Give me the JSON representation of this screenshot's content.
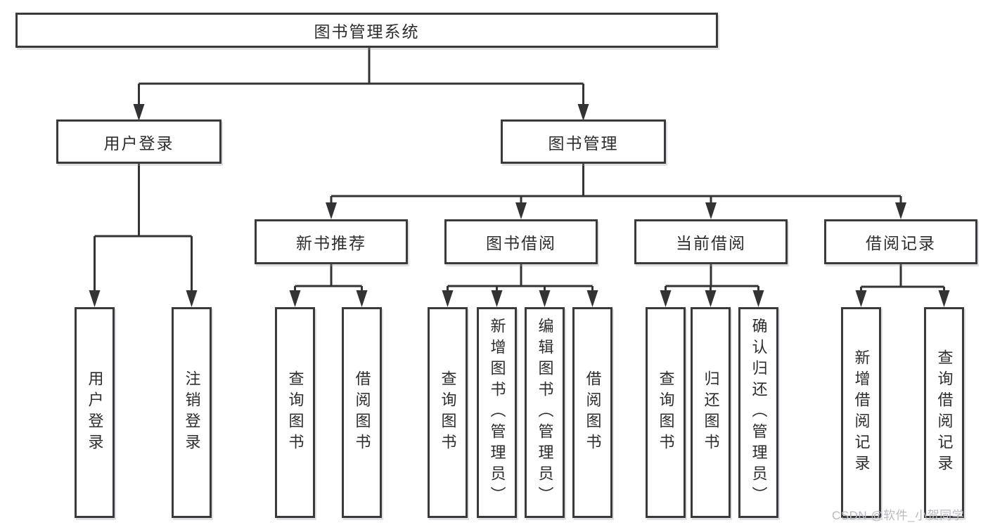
{
  "nodes": {
    "root": {
      "label": "图书管理系统"
    },
    "user_login": {
      "label": "用户登录"
    },
    "book_manage": {
      "label": "图书管理"
    },
    "new_book_recommend": {
      "label": "新书推荐"
    },
    "book_borrow": {
      "label": "图书借阅"
    },
    "current_borrow": {
      "label": "当前借阅"
    },
    "borrow_record": {
      "label": "借阅记录"
    },
    "login_user_login": {
      "label": "用户登录"
    },
    "login_logout": {
      "label": "注销登录"
    },
    "recommend_query_book": {
      "label": "查询图书"
    },
    "recommend_borrow_book": {
      "label": "借阅图书"
    },
    "borrow_query_book": {
      "label": "查询图书"
    },
    "borrow_add_book": {
      "label": "新增图书（管理员）"
    },
    "borrow_edit_book": {
      "label": "编辑图书（管理员）"
    },
    "borrow_borrow_book": {
      "label": "借阅图书"
    },
    "current_query_book": {
      "label": "查询图书"
    },
    "current_return_book": {
      "label": "归还图书"
    },
    "current_confirm_return": {
      "label": "确认归还（管理员）"
    },
    "record_add_record": {
      "label": "新增借阅记录"
    },
    "record_query_record": {
      "label": "查询借阅记录"
    }
  },
  "watermark": {
    "text": "CSDN @软件_小贺同学"
  },
  "colors": {
    "line": "#333335",
    "box_border": "#3a3a3c",
    "text": "#2d2d2f",
    "background": "#ffffff",
    "watermark": "#b6bac1"
  }
}
